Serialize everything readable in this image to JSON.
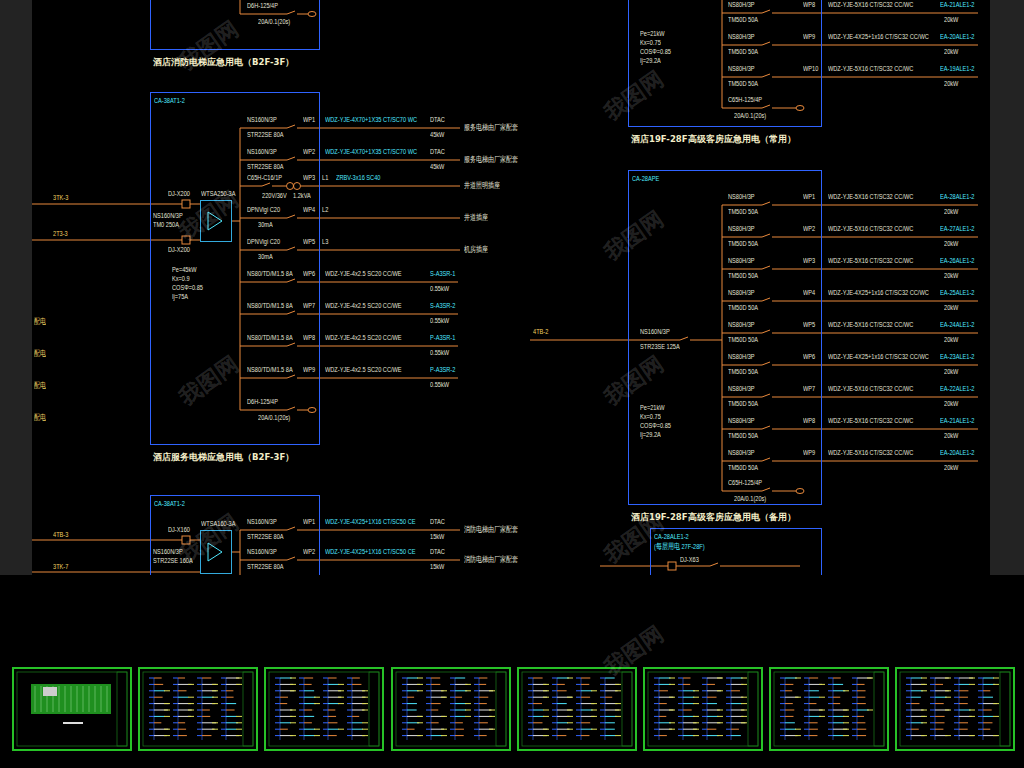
{
  "diagram": {
    "nodes": [
      {
        "text": [
          "酒店消防电梯应急用电（B2F-3F）"
        ]
      },
      {
        "text": [
          "CA-38AT1-2",
          "酒店服务电梯应急用电（B2F-3F）"
        ]
      },
      {
        "text": [
          "WTSA250-3A"
        ],
        "in": 1
      },
      {
        "text": [
          "CA-38AT1-2"
        ]
      },
      {
        "text": [
          "WTSA160-3A"
        ],
        "in": 3
      },
      {
        "text": [
          "酒店19F-28F高级客房应急用电（常用）"
        ]
      },
      {
        "text": [
          "CA-28APE",
          "酒店19F-28F高级客房应急用电（备用）"
        ]
      },
      {
        "text": [
          "CA-28ALE1-2",
          "(每层用电 27F-28F)"
        ]
      }
    ],
    "labels": [
      "D6H-125/4P",
      "20A/0.1(20s)",
      "3TK-3",
      "2T3-3",
      "DJ-X200",
      "DJ-X200",
      "NS160N/3P",
      "TM0 250A",
      "Pe=45kW",
      "Kx=0.9",
      "COSΦ=0.85",
      "Ij=75A",
      "NS160N/3P",
      "STR22SE 80A",
      "WP1",
      "WDZ-YJE-4X70+1X35 CT/SC70 WC",
      "DTAC",
      "45kW",
      "服务电梯由厂家配套",
      "NS160N/3P",
      "STR22SE 80A",
      "WP2",
      "WDZ-YJE-4X70+1X35 CT/SC70 WC",
      "DTAC",
      "45kW",
      "服务电梯由厂家配套",
      "C65H-C16/1P",
      "220V/36V",
      "1.2kVA",
      "WP3",
      "L1",
      "ZRBV-3x16 SC40",
      "井道照明插座",
      "DPNVigi C20",
      "30mA",
      "WP4",
      "L2",
      "井道插座",
      "DPNVigi C20",
      "30mA",
      "WP5",
      "L3",
      "机房插座",
      "NS80/TD/M1.5 8A",
      "WP6",
      "WDZ-YJE-4x2.5 SC20 CC/WE",
      "S-A3SR-1",
      "0.55kW",
      "NS80/TD/M1.5 8A",
      "WP7",
      "WDZ-YJE-4x2.5 SC20 CC/WE",
      "S-A3SR-2",
      "0.55kW",
      "NS80/TD/M1.5 8A",
      "WP8",
      "WDZ-YJE-4x2.5 SC20 CC/WE",
      "P-A3SR-1",
      "0.55kW",
      "NS80/TD/M1.5 8A",
      "WP9",
      "WDZ-YJE-4x2.5 SC20 CC/WE",
      "P-A3SR-2",
      "0.55kW",
      "D6H-125/4P",
      "20A/0.1(20s)",
      "配电",
      "配电",
      "配电",
      "配电",
      "4TB-3",
      "3TK-7",
      "DJ-X160",
      "NS160N/3P",
      "STR22SE 160A",
      "NS160N/3P",
      "STR22SE 80A",
      "WP1",
      "WDZ-YJE-4X25+1X16 CT/SC50 CE",
      "DTAC",
      "15kW",
      "消防电梯由厂家配套",
      "NS160N/3P",
      "STR22SE 80A",
      "WP2",
      "WDZ-YJE-4X25+1X16 CT/SC50 CE",
      "DTAC",
      "15kW",
      "消防电梯由厂家配套",
      "NS80H/3P",
      "TM50D 50A",
      "WP8",
      "WDZ-YJE-5X16 CT/SC32 CC/WC",
      "EA-21ALE1-2",
      "20kW",
      "NS80H/3P",
      "TM50D 50A",
      "WP9",
      "WDZ-YJE-4X25+1x16 CT/SC32 CC/WC",
      "EA-20ALE1-2",
      "20kW",
      "NS80H/3P",
      "TM50D 50A",
      "WP10",
      "WDZ-YJE-5X16 CT/SC32 CC/WC",
      "EA-19ALE1-2",
      "20kW",
      "C65H-125/4P",
      "20A/0.1(20s)",
      "Pe=21kW",
      "Kx=0.75",
      "COSΦ=0.85",
      "Ij=29.2A",
      "NS80H/3P",
      "TM50D 50A",
      "WP1",
      "WDZ-YJE-5X16 CT/SC32 CC/WC",
      "EA-28ALE1-2",
      "20kW",
      "NS80H/3P",
      "TM50D 50A",
      "WP2",
      "WDZ-YJE-5X16 CT/SC32 CC/WC",
      "EA-27ALE1-2",
      "20kW",
      "NS80H/3P",
      "TM50D 50A",
      "WP3",
      "WDZ-YJE-5X16 CT/SC32 CC/WC",
      "EA-26ALE1-2",
      "20kW",
      "NS80H/3P",
      "TM50D 50A",
      "WP4",
      "WDZ-YJE-4X25+1x16 CT/SC32 CC/WC",
      "EA-25ALE1-2",
      "20kW",
      "NS80H/3P",
      "TM50D 50A",
      "WP5",
      "WDZ-YJE-5X16 CT/SC32 CC/WC",
      "EA-24ALE1-2",
      "20kW",
      "NS80H/3P",
      "TM50D 50A",
      "WP6",
      "WDZ-YJE-4X25+1x16 CT/SC32 CC/WC",
      "EA-23ALE1-2",
      "20kW",
      "NS80H/3P",
      "TM50D 50A",
      "WP7",
      "WDZ-YJE-5X16 CT/SC32 CC/WC",
      "EA-22ALE1-2",
      "20kW",
      "NS80H/3P",
      "TM50D 50A",
      "WP8",
      "WDZ-YJE-5X16 CT/SC32 CC/WC",
      "EA-21ALE1-2",
      "20kW",
      "NS80H/3P",
      "TM50D 50A",
      "WP9",
      "WDZ-YJE-5X16 CT/SC32 CC/WC",
      "EA-20ALE1-2",
      "20kW",
      "4TB-2",
      "NS160N/3P",
      "STR23SE 125A",
      "C65H-125/4P",
      "20A/0.1(20s)",
      "Pe=21kW",
      "Kx=0.75",
      "COSΦ=0.85",
      "Ij=29.2A",
      "DJ-X63",
      "我图网",
      "我图网",
      "我图网",
      "我图网",
      "我图网",
      "我图网",
      "我图网",
      "我图网",
      "我图网"
    ]
  }
}
